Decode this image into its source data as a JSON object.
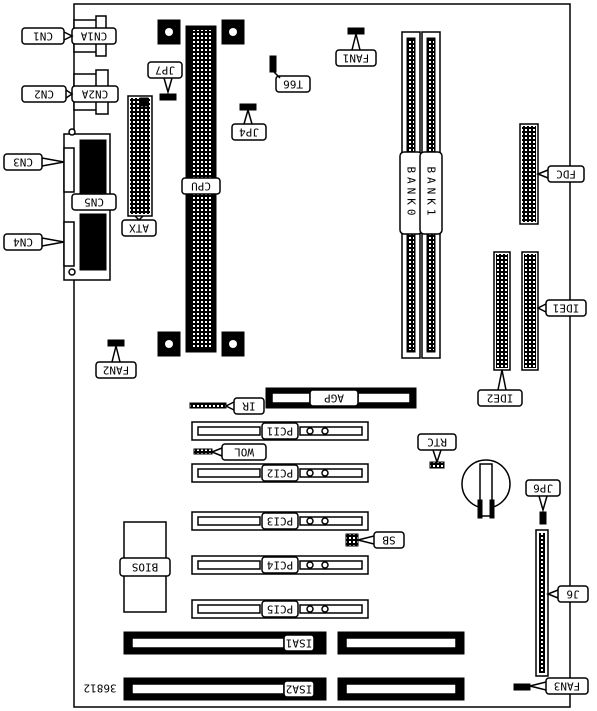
{
  "labels": {
    "cn1": "CN1",
    "cn1a": "CN1A",
    "cn2": "CN2",
    "cn2a": "CN2A",
    "cn3": "CN3",
    "cn4": "CN4",
    "cn5": "CN5",
    "atx": "ATX",
    "jp7": "JP7",
    "cpu": "CPU",
    "t66": "T66",
    "jp4": "JP4",
    "fan1": "FAN1",
    "bank0": "BANK0",
    "bank1": "BANK1",
    "fdc": "FDC",
    "ide1": "IDE1",
    "ide2": "IDE2",
    "fan2": "FAN2",
    "agp": "AGP",
    "ir": "IR",
    "pci1": "PCI1",
    "wol": "WOL",
    "rtc": "RTC",
    "pci2": "PCI2",
    "jp6": "JP6",
    "pci3": "PCI3",
    "sb": "SB",
    "bios": "BIOS",
    "pci4": "PCI4",
    "j6": "J6",
    "pci5": "PCI5",
    "isa1": "ISA1",
    "isa2": "ISA2",
    "fan3": "FAN3",
    "board_id": "36812"
  }
}
